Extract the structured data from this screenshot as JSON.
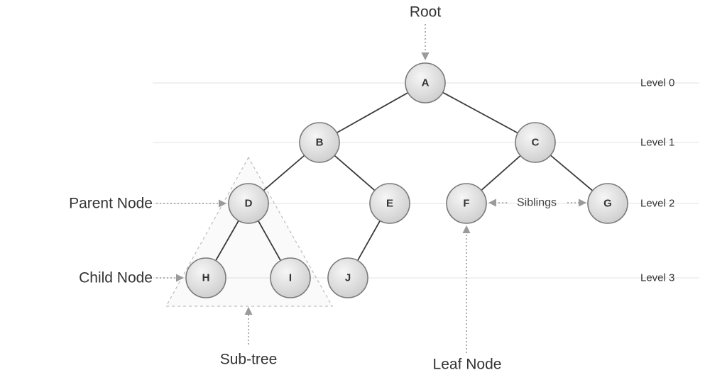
{
  "annotations": {
    "root": "Root",
    "parent_node": "Parent Node",
    "child_node": "Child Node",
    "sub_tree": "Sub-tree",
    "leaf_node": "Leaf Node",
    "siblings": "Siblings"
  },
  "levels": [
    "Level 0",
    "Level 1",
    "Level 2",
    "Level 3"
  ],
  "nodes": {
    "A": "A",
    "B": "B",
    "C": "C",
    "D": "D",
    "E": "E",
    "F": "F",
    "G": "G",
    "H": "H",
    "I": "I",
    "J": "J"
  },
  "edges": [
    [
      "A",
      "B"
    ],
    [
      "A",
      "C"
    ],
    [
      "B",
      "D"
    ],
    [
      "B",
      "E"
    ],
    [
      "C",
      "F"
    ],
    [
      "C",
      "G"
    ],
    [
      "D",
      "H"
    ],
    [
      "D",
      "I"
    ],
    [
      "E",
      "J"
    ]
  ],
  "colors": {
    "node_fill_light": "#f4f4f4",
    "node_fill_dark": "#cfcfcf",
    "node_stroke": "#7a7a7a",
    "edge": "#3a3a3a",
    "arrow": "#9a9a9a",
    "text": "#333333"
  }
}
